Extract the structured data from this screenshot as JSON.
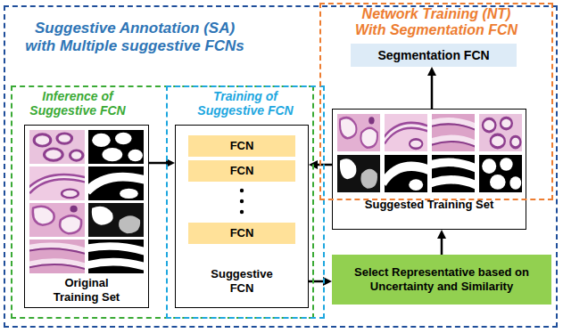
{
  "diagram": {
    "nodes": [
      {
        "text": [
          "Suggestive Annotation (SA) with Multiple suggestive FCNs"
        ]
      },
      {
        "text": [
          "Network Training (NT) With Segmentation FCN"
        ]
      },
      {
        "text": [
          "Segmentation FCN"
        ],
        "in": 1
      },
      {
        "text": [
          "Inference of Suggestive FCN"
        ],
        "in": 0
      },
      {
        "text": [
          "Original Training Set"
        ],
        "in": 3
      },
      {
        "text": [
          "Training of Suggestive FCN"
        ],
        "in": 0
      },
      {
        "text": [
          "Suggestive FCN"
        ],
        "in": 5
      },
      {
        "text": [
          "FCN"
        ],
        "in": 6
      },
      {
        "text": [
          "FCN"
        ],
        "in": 6
      },
      {
        "text": [
          "FCN"
        ],
        "in": 6
      },
      {
        "text": [
          "Suggested Training Set"
        ],
        "in": 0
      },
      {
        "text": [
          "Select Representative based on Uncertainty and Similarity"
        ],
        "in": 0
      }
    ],
    "edges": [
      {
        "from": 4,
        "to": 6,
        "arrow": "to"
      },
      {
        "from": 6,
        "to": 11,
        "arrow": "to"
      },
      {
        "from": 11,
        "to": 10,
        "arrow": "to"
      },
      {
        "from": 10,
        "to": 6,
        "arrow": "to"
      },
      {
        "from": 10,
        "to": 2,
        "arrow": "to"
      }
    ]
  }
}
